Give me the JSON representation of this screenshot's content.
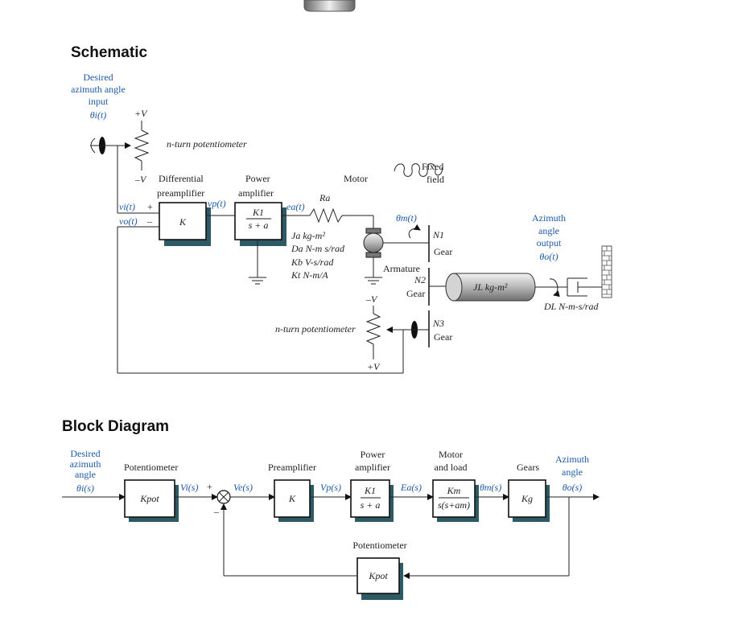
{
  "schematic": {
    "title": "Schematic",
    "desired_label": [
      "Desired",
      "azimuth angle",
      "input"
    ],
    "theta_i": "θi(t)",
    "plus_v_top": "+V",
    "minus_v_left": "–V",
    "pot_top_label": "n-turn potentiometer",
    "diff_amp_label": [
      "Differential",
      "preamplifier"
    ],
    "power_amp_label": [
      "Power",
      "amplifier"
    ],
    "motor_label": "Motor",
    "fixed_field_label": [
      "Fixed",
      "field"
    ],
    "vi": "vi(t)",
    "vo": "vo(t)",
    "plus": "+",
    "minus": "–",
    "k_block": "K",
    "vp": "vp(t)",
    "ea": "ea(t)",
    "amp_num": "K1",
    "amp_den": "s + a",
    "ra": "Ra",
    "theta_m": "θm(t)",
    "motor_params": [
      "Ja  kg-m²",
      "Da  N-m s/rad",
      "Kb  V-s/rad",
      "Kt  N-m/A"
    ],
    "armature": "Armature",
    "minus_v_motor": "–V",
    "gear_n1": "N1",
    "gear_n2": "N2",
    "gear_n3": "N3",
    "gear": "Gear",
    "load_label": "JL  kg-m²",
    "azimuth_out": [
      "Azimuth",
      "angle",
      "output"
    ],
    "theta_o": "θo(t)",
    "damper": "DL N-m-s/rad",
    "pot_bottom_label": "n-turn potentiometer",
    "plus_v_bottom": "+V"
  },
  "block": {
    "title": "Block Diagram",
    "desired": [
      "Desired",
      "azimuth",
      "angle"
    ],
    "theta_i": "θi(s)",
    "potentiometer": "Potentiometer",
    "kpot": "Kpot",
    "vi": "Vi(s)",
    "plus": "+",
    "ve": "Ve(s)",
    "minus": "–",
    "preamplifier": "Preamplifier",
    "k": "K",
    "vp": "Vp(s)",
    "power_amp": [
      "Power",
      "amplifier"
    ],
    "amp_num": "K1",
    "amp_den": "s + a",
    "ea": "Ea(s)",
    "motor_load": [
      "Motor",
      "and load"
    ],
    "motor_num": "Km",
    "motor_den": "s(s+am)",
    "theta_m": "θm(s)",
    "gears": "Gears",
    "kg": "Kg",
    "azimuth": [
      "Azimuth",
      "angle"
    ],
    "theta_o": "θo(s)",
    "feedback_label": "Potentiometer",
    "kpot_fb": "Kpot"
  }
}
